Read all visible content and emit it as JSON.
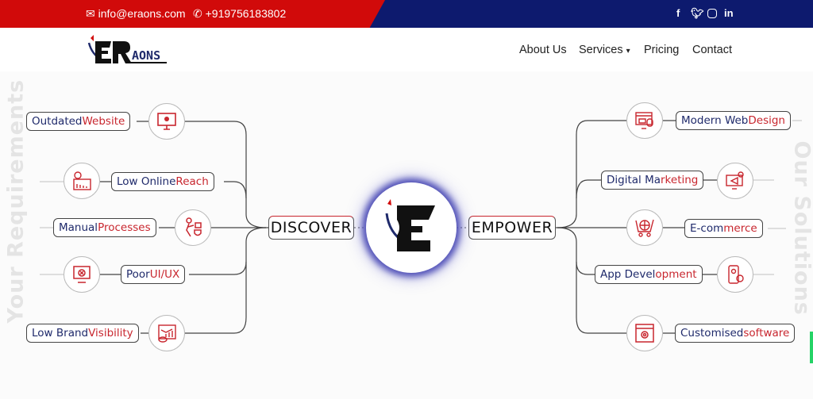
{
  "topbar": {
    "email": "info@eraons.com",
    "phone": "+919756183802",
    "social": [
      "f",
      "t",
      "ig",
      "in"
    ]
  },
  "logo": {
    "text": "ERAONS"
  },
  "nav": {
    "items": [
      "About Us",
      "Services",
      "Pricing",
      "Contact"
    ],
    "services_caret": "▾"
  },
  "side_labels": {
    "left": "Your Requirements",
    "right": "Our Solutions"
  },
  "hub": {
    "left": "DISCOVER",
    "right": "EMPOWER"
  },
  "requirements": [
    {
      "a": "Outdated ",
      "b": "Website",
      "icon": "monitor-icon"
    },
    {
      "a": "Low Online ",
      "b": "Reach",
      "icon": "analytics-decline-icon"
    },
    {
      "a": "Manual ",
      "b": "Processes",
      "icon": "worker-icon"
    },
    {
      "a": "Poor ",
      "b": "UI/UX",
      "icon": "broken-screen-icon"
    },
    {
      "a": "Low Brand ",
      "b": "Visibility",
      "icon": "visibility-chart-icon"
    }
  ],
  "solutions": [
    {
      "a": "Modern Web ",
      "b": "Design",
      "icon": "web-design-icon"
    },
    {
      "a": "Digital Ma",
      "b": "rketing",
      "icon": "marketing-icon"
    },
    {
      "a": "E-com",
      "b": "merce",
      "icon": "cart-globe-icon"
    },
    {
      "a": "App Devel",
      "b": "opment",
      "icon": "mobile-gear-icon"
    },
    {
      "a": "Customised ",
      "b": "software",
      "icon": "software-gear-icon"
    }
  ],
  "colors": {
    "red": "#d10a0a",
    "navy": "#0d1a6e",
    "accent": "#c8262e",
    "text": "#1f2a6b"
  }
}
